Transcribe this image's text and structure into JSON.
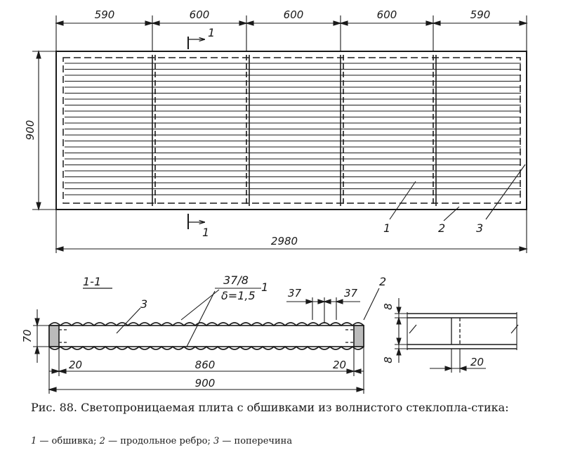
{
  "plan": {
    "bay_dims": [
      "590",
      "600",
      "600",
      "600",
      "590"
    ],
    "height_dim": "900",
    "total_dim": "2980",
    "section_mark": "1",
    "callouts": [
      "1",
      "2",
      "3"
    ]
  },
  "section": {
    "title": "1-1",
    "sheet_spec": "37/8",
    "thickness": "δ=1,5",
    "callout_1": "1",
    "callout_2": "2",
    "callout_3": "3",
    "pitch_left": "37",
    "pitch_right": "37",
    "rib_height": "70",
    "edge_left": "20",
    "clear_span": "860",
    "edge_right": "20",
    "overall": "900"
  },
  "detail": {
    "gap_top": "8",
    "gap_bottom": "8",
    "width": "20"
  },
  "caption": {
    "text": "Рис. 88. Светопроницаемая плита с обшивками из волнистого стеклопла-стика:"
  },
  "legend": {
    "n1": "1",
    "t1": " — обшивка; ",
    "n2": "2",
    "t2": " — продольное ребро; ",
    "n3": "3",
    "t3": " — поперечина"
  }
}
